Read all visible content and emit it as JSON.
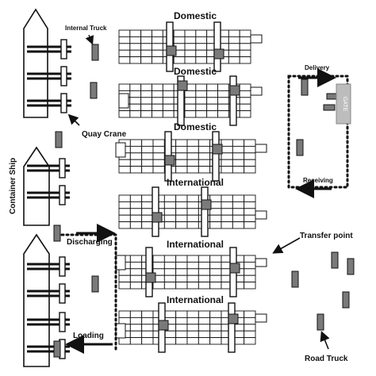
{
  "block_labels": [
    "Domestic",
    "Domestic",
    "Domestic",
    "International",
    "International",
    "International"
  ],
  "labels": {
    "internal_truck": "Internal Truck",
    "quay_crane": "Quay Crane",
    "container_ship": "Container Ship",
    "discharging": "Discharging",
    "loading": "Loading",
    "delivery": "Delivery",
    "receiving": "Receiving",
    "gate": "GATE",
    "transfer_point": "Transfer point",
    "road_truck": "Road Truck"
  },
  "colors": {
    "ink": "#111111",
    "truck": "#7a7a7a",
    "gate": "#bdbdbd",
    "background": "#ffffff"
  }
}
